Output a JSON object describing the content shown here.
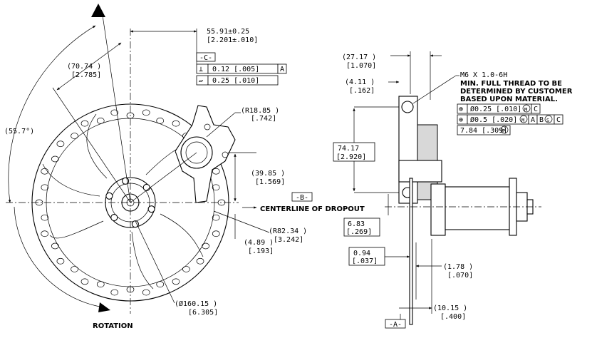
{
  "labels": {
    "rotation": "ROTATION",
    "centerline": "CENTERLINE OF DROPOUT",
    "datum_b": "-B-",
    "datum_c": "-C-",
    "datum_a": "-A-",
    "thread_note_1": "M6 X 1.0-6H",
    "thread_note_2": "MIN. FULL THREAD TO BE",
    "thread_note_3": "DETERMINED BY CUSTOMER",
    "thread_note_4": "BASED UPON MATERIAL."
  },
  "dimensions": {
    "d_55_91": "55.91±0.25",
    "d_55_91_in": "[2.201±.010]",
    "d_70_74": "(70.74 )",
    "d_70_74_in": "[2.785]",
    "d_55_7": "(55.7°)",
    "d_r18_85": "(R18.85 )",
    "d_r18_85_in": "[.742]",
    "d_39_85": "(39.85 )",
    "d_39_85_in": "[1.569]",
    "d_r82_34": "(R82.34 )",
    "d_r82_34_in": "[3.242]",
    "d_4_89": "(4.89 )",
    "d_4_89_in": "[.193]",
    "d_dia_160": "(Ø160.15 )",
    "d_dia_160_in": "[6.305]",
    "d_27_17": "(27.17 )",
    "d_27_17_in": "[1.070]",
    "d_4_11": "(4.11 )",
    "d_4_11_in": "[.162]",
    "d_74_17": "74.17",
    "d_74_17_in": "[2.920]",
    "d_6_83": "6.83",
    "d_6_83_in": "[.269]",
    "d_0_94": "0.94",
    "d_0_94_in": "[.037]",
    "d_1_78": "(1.78 )",
    "d_1_78_in": "[.070]",
    "d_10_15": "(10.15 )",
    "d_10_15_in": "[.400]"
  },
  "tolerances": {
    "perp_sym": "⊥",
    "perp_val": "0.12 [.005]",
    "perp_ref": "A",
    "flat_sym": "▱",
    "flat_val": "0.25 [.010]",
    "pos1_sym": "⊕",
    "pos1_val": "Ø0.25 [.010]",
    "pos1_mod": "M",
    "pos1_ref": "C",
    "pos2_sym": "⊕",
    "pos2_val": "Ø0.5 [.020]",
    "pos2_mod": "M",
    "pos2_ref_a": "A",
    "pos2_ref_b": "B",
    "pos2_ref_b_mod": "S",
    "pos2_ref_c": "C",
    "pos3_val": "7.84 [.309]",
    "pos3_mod": "P"
  }
}
